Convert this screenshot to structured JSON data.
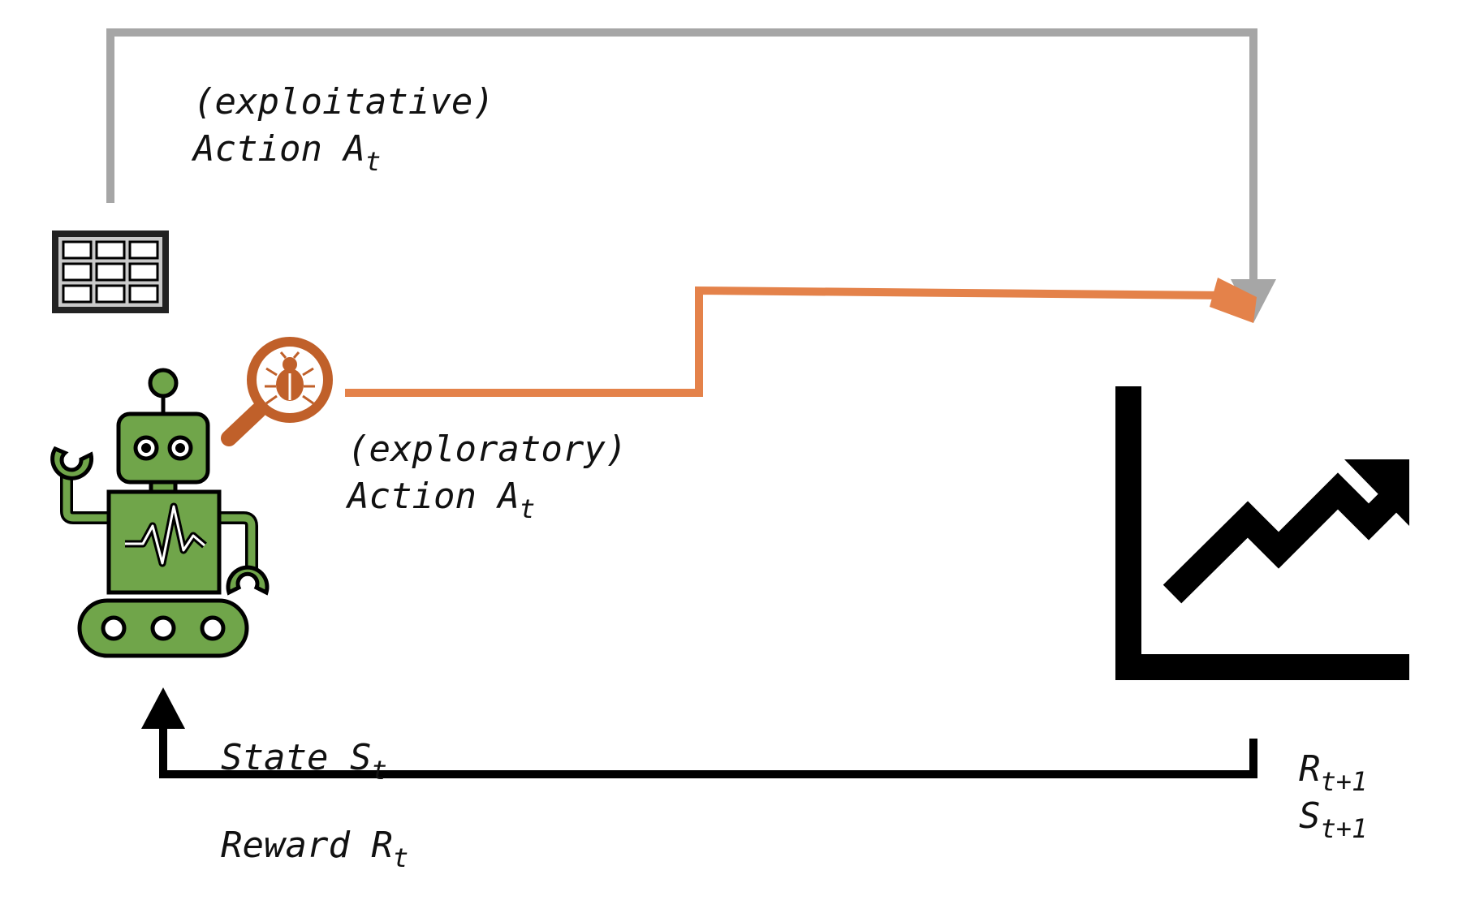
{
  "colors": {
    "exploitative_arrow": "#a6a6a6",
    "exploratory_arrow": "#e4824a",
    "feedback_arrow": "#000000",
    "robot_fill": "#70a54a",
    "robot_outline": "#000000",
    "magnifier": "#c0602a",
    "chart_icon": "#000000",
    "text": "#111111"
  },
  "icons": {
    "q_table": "table-icon",
    "agent": "robot-icon",
    "explore": "magnifier-bug-icon",
    "environment": "trending-up-chart-icon"
  },
  "labels": {
    "exploitative": {
      "qualifier": "(exploitative)",
      "name": "Action A",
      "sub": "t"
    },
    "exploratory": {
      "qualifier": "(exploratory)",
      "name": "Action A",
      "sub": "t"
    },
    "state": {
      "name": "State S",
      "sub": "t"
    },
    "reward": {
      "name": "Reward R",
      "sub": "t"
    },
    "next_reward": {
      "name": "R",
      "sub": "t+1"
    },
    "next_state": {
      "name": "S",
      "sub": "t+1"
    }
  }
}
